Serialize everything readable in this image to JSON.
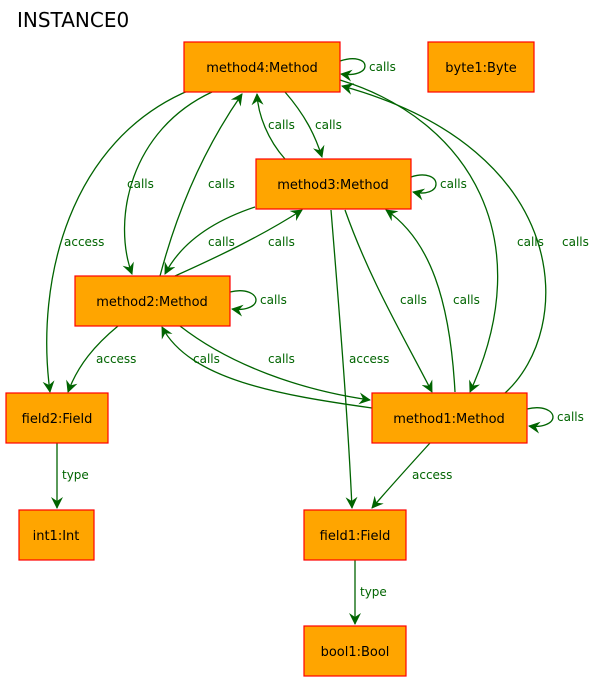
{
  "title": "INSTANCE0",
  "colors": {
    "node_fill": "#ffa500",
    "node_border": "#ff0000",
    "edge": "#006400"
  },
  "nodes": {
    "method4": "method4:Method",
    "byte1": "byte1:Byte",
    "method3": "method3:Method",
    "method2": "method2:Method",
    "field2": "field2:Field",
    "method1": "method1:Method",
    "int1": "int1:Int",
    "field1": "field1:Field",
    "bool1": "bool1:Bool"
  },
  "edges": [
    {
      "from": "method4",
      "to": "method4",
      "label": "calls"
    },
    {
      "from": "method4",
      "to": "method3",
      "label": "calls"
    },
    {
      "from": "method3",
      "to": "method4",
      "label": "calls"
    },
    {
      "from": "method4",
      "to": "method2",
      "label": "calls"
    },
    {
      "from": "method2",
      "to": "method4",
      "label": "calls"
    },
    {
      "from": "method4",
      "to": "field2",
      "label": "access"
    },
    {
      "from": "method4",
      "to": "method1",
      "label": "calls"
    },
    {
      "from": "method1",
      "to": "method4",
      "label": "calls"
    },
    {
      "from": "method3",
      "to": "method3",
      "label": "calls"
    },
    {
      "from": "method3",
      "to": "method2",
      "label": "calls"
    },
    {
      "from": "method2",
      "to": "method3",
      "label": "calls"
    },
    {
      "from": "method3",
      "to": "method1",
      "label": "calls"
    },
    {
      "from": "method1",
      "to": "method3",
      "label": "calls"
    },
    {
      "from": "method3",
      "to": "field1",
      "label": "access"
    },
    {
      "from": "method2",
      "to": "method2",
      "label": "calls"
    },
    {
      "from": "method2",
      "to": "field2",
      "label": "access"
    },
    {
      "from": "method2",
      "to": "method1",
      "label": "calls"
    },
    {
      "from": "method1",
      "to": "method2",
      "label": "calls"
    },
    {
      "from": "method1",
      "to": "method1",
      "label": "calls"
    },
    {
      "from": "method1",
      "to": "field1",
      "label": "access"
    },
    {
      "from": "field2",
      "to": "int1",
      "label": "type"
    },
    {
      "from": "field1",
      "to": "bool1",
      "label": "type"
    }
  ]
}
